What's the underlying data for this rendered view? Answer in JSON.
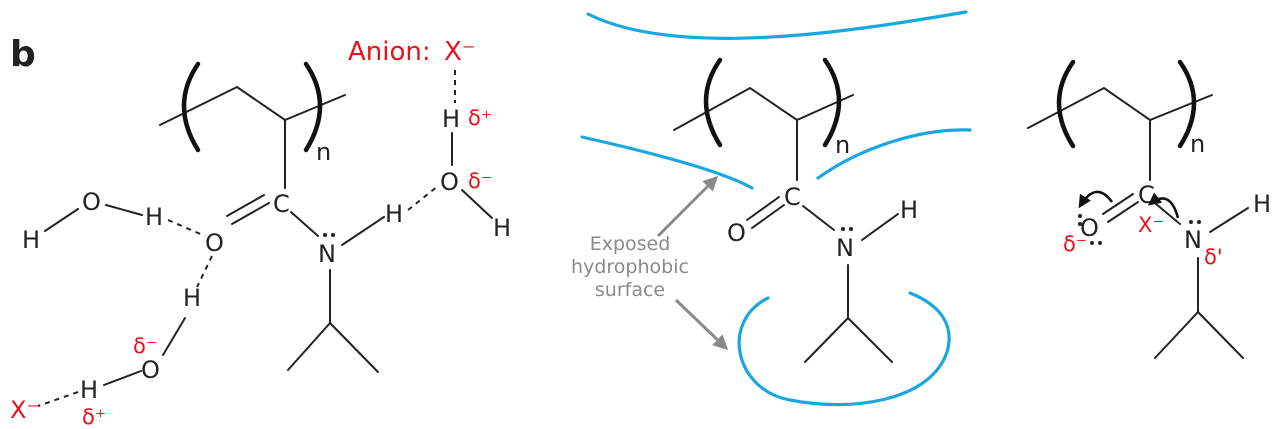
{
  "panel_label": "b",
  "anion_label": "Anion:",
  "anion_symbol": "X⁻",
  "subscript_n": "n",
  "atoms": {
    "H": "H",
    "O": "O",
    "C": "C",
    "N": "N"
  },
  "charges": {
    "delta_plus": "δ⁺",
    "delta_minus": "δ⁻",
    "delta_prime": "δ'"
  },
  "callout": {
    "line1": "Exposed",
    "line2": "hydrophobic",
    "line3": "surface"
  },
  "colors": {
    "charge_red": "#e8121b",
    "water_blue": "#1aa7e0",
    "callout_grey": "#8a8a8a",
    "ink": "#222222"
  }
}
